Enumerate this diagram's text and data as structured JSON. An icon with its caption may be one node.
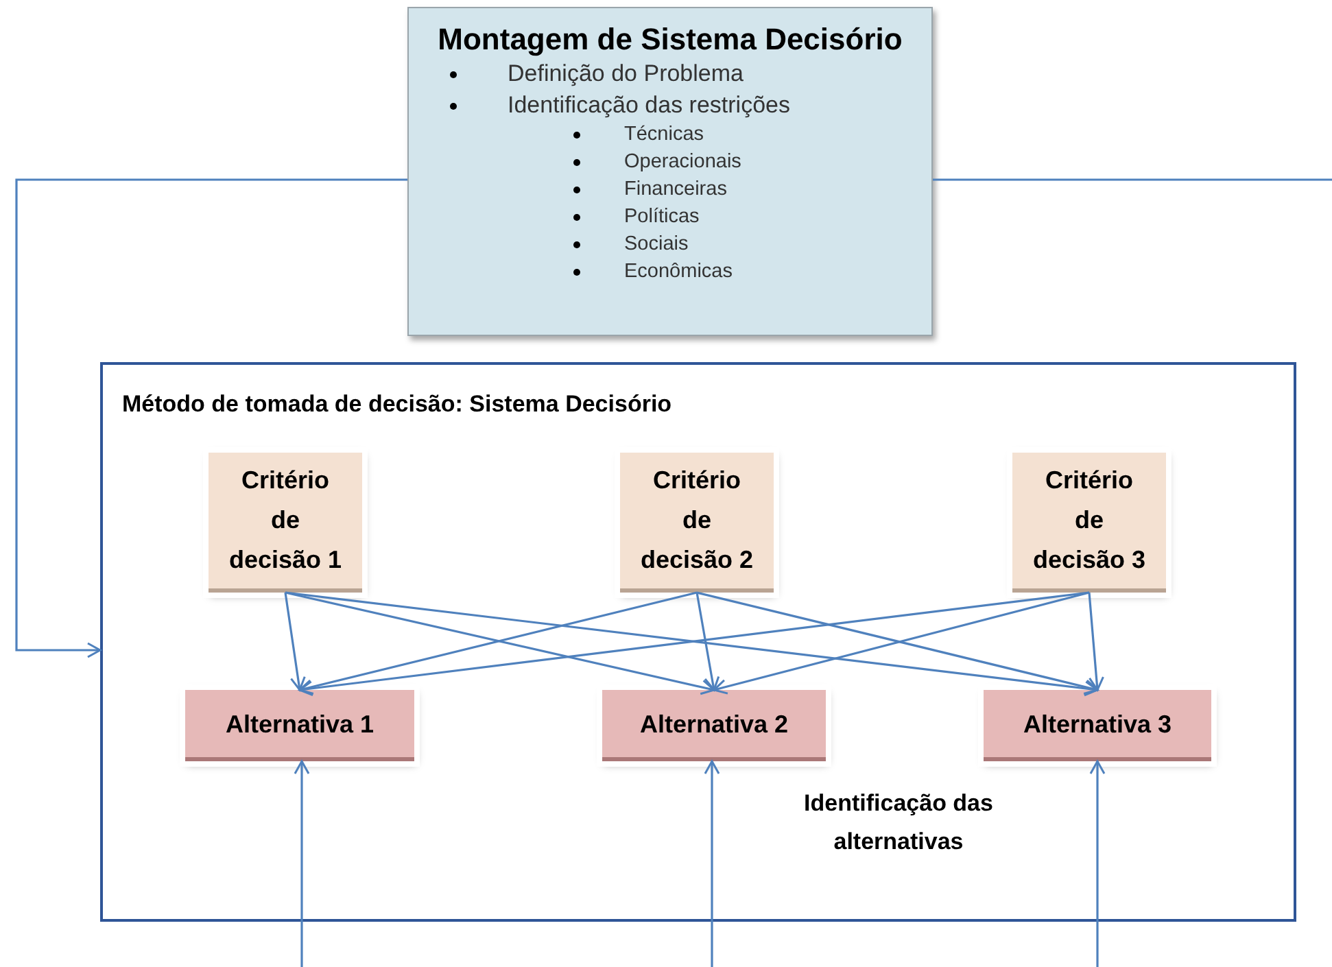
{
  "diagram": {
    "nodes": [
      {
        "text": [
          "Montagem de Sistema Decisório",
          "Definição do Problema",
          "Identificação das restrições",
          "Técnicas",
          "Operacionais",
          "Financeiras",
          "Políticas",
          "Sociais",
          "Econômicas"
        ]
      },
      {
        "text": [
          "Método de tomada de decisão: Sistema Decisório"
        ]
      },
      {
        "text": [
          "Critério de decisão 1"
        ],
        "in": 1
      },
      {
        "text": [
          "Critério de decisão 2"
        ],
        "in": 1
      },
      {
        "text": [
          "Critério de decisão 3"
        ],
        "in": 1
      },
      {
        "text": [
          "Alternativa 1"
        ],
        "in": 1
      },
      {
        "text": [
          "Alternativa 2"
        ],
        "in": 1
      },
      {
        "text": [
          "Alternativa 3"
        ],
        "in": 1
      }
    ],
    "edges": [
      {
        "from": 0,
        "to": 1,
        "arrow": "to"
      },
      {
        "from": 0,
        "to": null,
        "arrow": "none"
      },
      {
        "from": 2,
        "to": 5,
        "arrow": "to"
      },
      {
        "from": 2,
        "to": 6,
        "arrow": "to"
      },
      {
        "from": 2,
        "to": 7,
        "arrow": "to"
      },
      {
        "from": 3,
        "to": 5,
        "arrow": "to"
      },
      {
        "from": 3,
        "to": 6,
        "arrow": "to"
      },
      {
        "from": 3,
        "to": 7,
        "arrow": "to"
      },
      {
        "from": 4,
        "to": 5,
        "arrow": "to"
      },
      {
        "from": 4,
        "to": 6,
        "arrow": "to"
      },
      {
        "from": 4,
        "to": 7,
        "arrow": "to"
      },
      {
        "from": null,
        "to": 5,
        "arrow": "to"
      },
      {
        "from": null,
        "to": 6,
        "arrow": "to"
      },
      {
        "from": null,
        "to": 7,
        "arrow": "to"
      }
    ],
    "labels": [
      "Identificação das alternativas"
    ]
  }
}
